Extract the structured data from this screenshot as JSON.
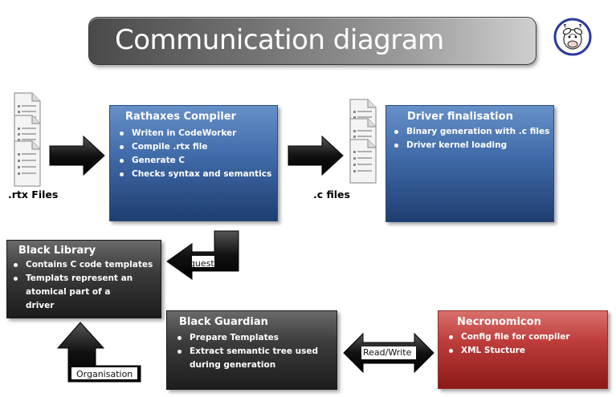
{
  "title": "Communication diagram",
  "colors": {
    "blue_box": "#3f6aa8",
    "dark_box": "#3c3c3c",
    "red_box": "#bd3c3a",
    "arrow": "#111111"
  },
  "icons": {
    "logo": "cow-logo-icon",
    "file": "document-stack-icon"
  },
  "files": {
    "rtx_label": ".rtx Files",
    "c_label": ".c files"
  },
  "rathaxes": {
    "title": "Rathaxes Compiler",
    "items": [
      "Writen in CodeWorker",
      "Compile .rtx file",
      "Generate  C",
      "Checks syntax and semantics"
    ]
  },
  "driver": {
    "title": "Driver finalisation",
    "items": [
      "Binary generation with .c files",
      "Driver kernel loading"
    ]
  },
  "black_library": {
    "title": "Black Library",
    "items": [
      "Contains C code templates",
      "Templats represent  an atomical part of a driver"
    ]
  },
  "black_guardian": {
    "title": "Black Guardian",
    "items": [
      "Prepare Templates",
      "Extract semantic tree used during generation"
    ]
  },
  "necronomicon": {
    "title": "Necronomicon",
    "items": [
      "Config file for compiler",
      "XML Stucture"
    ]
  },
  "arrows": {
    "request": "Request",
    "organisation": "Organisation",
    "read_write": "Read/Write"
  }
}
